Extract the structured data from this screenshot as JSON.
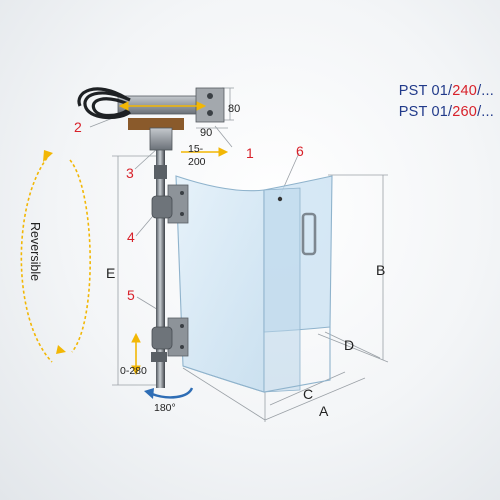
{
  "models": [
    {
      "prefix": "PST 01/",
      "size": "240",
      "suffix": "/..."
    },
    {
      "prefix": "PST 01/",
      "size": "260",
      "suffix": "/..."
    }
  ],
  "callouts": [
    "1",
    "2",
    "3",
    "4",
    "5",
    "6"
  ],
  "dimensions": {
    "top_height": "80",
    "top_width": "90",
    "offset_line1": "15-",
    "offset_line2": "200",
    "height_adjust": "0-280",
    "rotation": "180°",
    "total_height": "E",
    "shield_height": "B",
    "shield_width": "A",
    "side_width": "C",
    "side_depth": "D"
  },
  "rotation_label": "Reversible",
  "colors": {
    "callout_red": "#d8212a",
    "model_blue": "#213a8a",
    "arrow_yellow": "#f2b705",
    "rotation_blue": "#2e6db5",
    "glass_blue": "#d2e6f3"
  }
}
